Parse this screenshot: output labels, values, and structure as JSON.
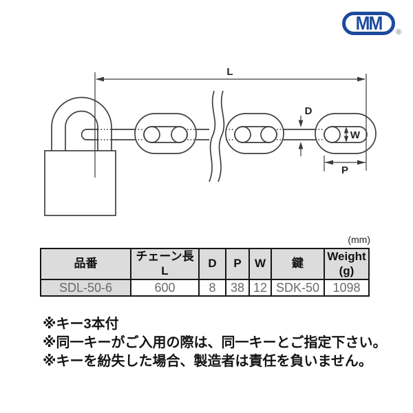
{
  "logo": {
    "text": "MM",
    "registered_mark": "®"
  },
  "diagram": {
    "labels": {
      "length": "L",
      "diameter": "D",
      "inner_width": "W",
      "pitch": "P"
    }
  },
  "spec_table": {
    "unit_label": "(mm)",
    "headers": {
      "part_no": "品番",
      "chain_length": [
        "チェーン長",
        "L"
      ],
      "d": "D",
      "p": "P",
      "w": "W",
      "key": "鍵",
      "weight": [
        "Weight",
        "(g)"
      ]
    },
    "row": {
      "part_no": "SDL-50-6",
      "chain_length": "600",
      "d": "8",
      "p": "38",
      "w": "12",
      "key": "SDK-50",
      "weight": "1098"
    }
  },
  "notes": [
    "※キー3本付",
    "※同一キーがご入用の際は、同一キーとご指定下さい。",
    "※キーを紛失した場合、製造者は責任を負いません。"
  ],
  "colors": {
    "brand_blue": "#1b4a9e",
    "table_header_bg": "#dcdcdc",
    "drawing_line": "#3f3f3f",
    "value_text": "#6a6a6a"
  }
}
